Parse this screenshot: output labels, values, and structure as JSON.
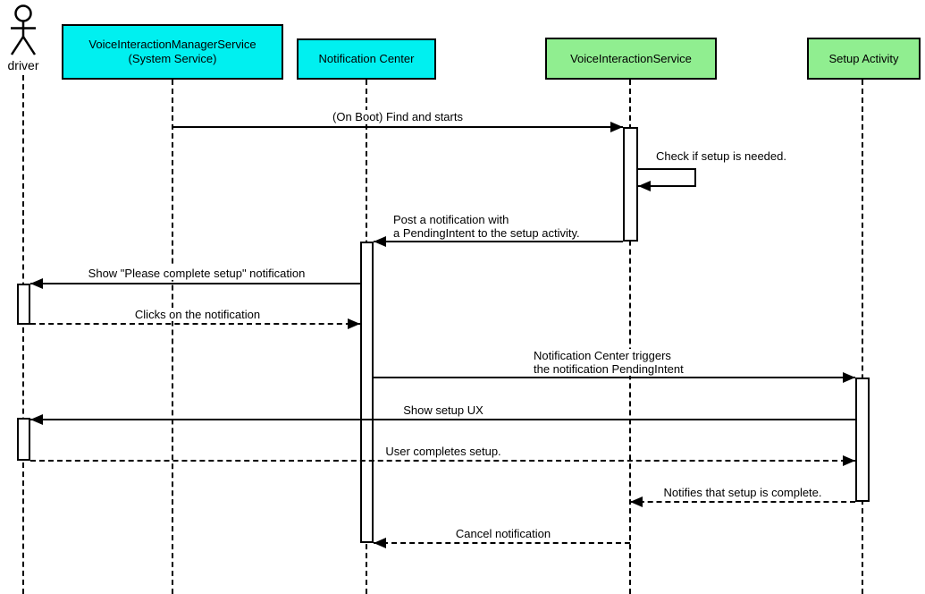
{
  "colors": {
    "service_box_fill": "#00F0F0",
    "activity_box_fill": "#90EE90",
    "stroke": "#000000",
    "background": "#FFFFFF"
  },
  "participants": {
    "driver": {
      "label": "driver"
    },
    "manager_service": {
      "name_line1": "VoiceInteractionManagerService",
      "name_line2": "(System Service)"
    },
    "notification_center": {
      "label": "Notification Center"
    },
    "voice_interaction_service": {
      "label": "VoiceInteractionService"
    },
    "setup_activity": {
      "label": "Setup Activity"
    }
  },
  "messages": {
    "on_boot_find_and_starts": {
      "text": "(On Boot) Find and starts",
      "style": "solid-arrow"
    },
    "check_if_setup_needed": {
      "text": "Check if setup is needed.",
      "style": "solid-self-arrow"
    },
    "post_notification": {
      "text_line1": "Post a notification with",
      "text_line2": "a PendingIntent to the setup activity.",
      "style": "solid-arrow"
    },
    "show_complete_setup_notification": {
      "text": "Show \"Please complete setup\" notification",
      "style": "solid-arrow"
    },
    "clicks_on_notification": {
      "text": "Clicks on the notification",
      "style": "dashed-arrow"
    },
    "triggers_pending_intent": {
      "text_line1": "Notification Center triggers",
      "text_line2": "the notification PendingIntent",
      "style": "solid-arrow"
    },
    "show_setup_ux": {
      "text": "Show setup UX",
      "style": "solid-arrow"
    },
    "user_completes_setup": {
      "text": "User completes setup.",
      "style": "dashed-arrow"
    },
    "notifies_setup_complete": {
      "text": "Notifies that setup is complete.",
      "style": "dashed-arrow"
    },
    "cancel_notification": {
      "text": "Cancel notification",
      "style": "dashed-arrow"
    }
  }
}
